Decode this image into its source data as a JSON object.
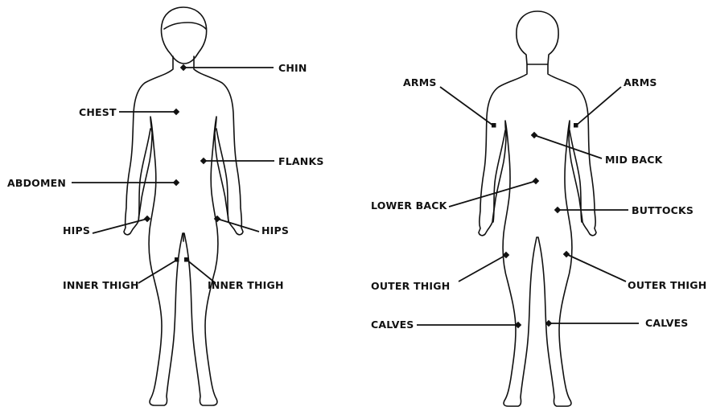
{
  "front_view": {
    "labels": {
      "chin": "CHIN",
      "chest": "CHEST",
      "flanks": "FLANKS",
      "abdomen": "ABDOMEN",
      "hips_left": "HIPS",
      "hips_right": "HIPS",
      "inner_thigh_left": "INNER THIGH",
      "inner_thigh_right": "INNER THIGH"
    }
  },
  "back_view": {
    "labels": {
      "arms_left": "ARMS",
      "arms_right": "ARMS",
      "mid_back": "MID BACK",
      "lower_back": "LOWER BACK",
      "buttocks": "BUTTOCKS",
      "outer_thigh_left": "OUTER THIGH",
      "outer_thigh_right": "OUTER THIGH",
      "calves_left": "CALVES",
      "calves_right": "CALVES"
    }
  },
  "colors": {
    "ink": "#111111",
    "background": "#ffffff"
  }
}
